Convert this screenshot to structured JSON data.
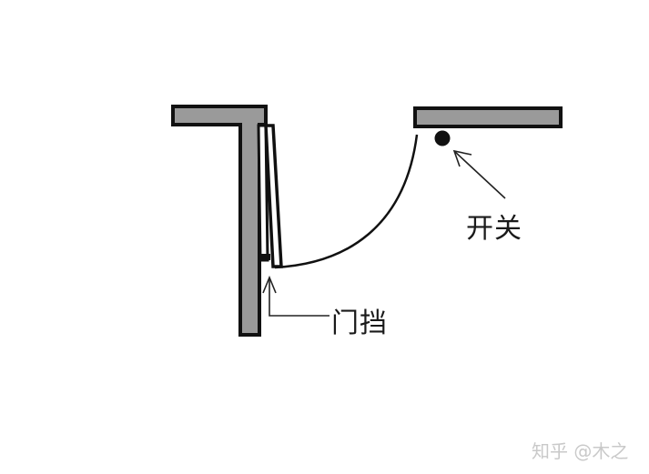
{
  "diagram": {
    "type": "floor-plan door detail",
    "colors": {
      "wall_fill": "#9a9a9a",
      "outline": "#111111",
      "background": "#ffffff"
    }
  },
  "labels": {
    "switch": "开关",
    "door_stop": "门挡"
  },
  "watermark": {
    "text": "知乎 @木之"
  }
}
